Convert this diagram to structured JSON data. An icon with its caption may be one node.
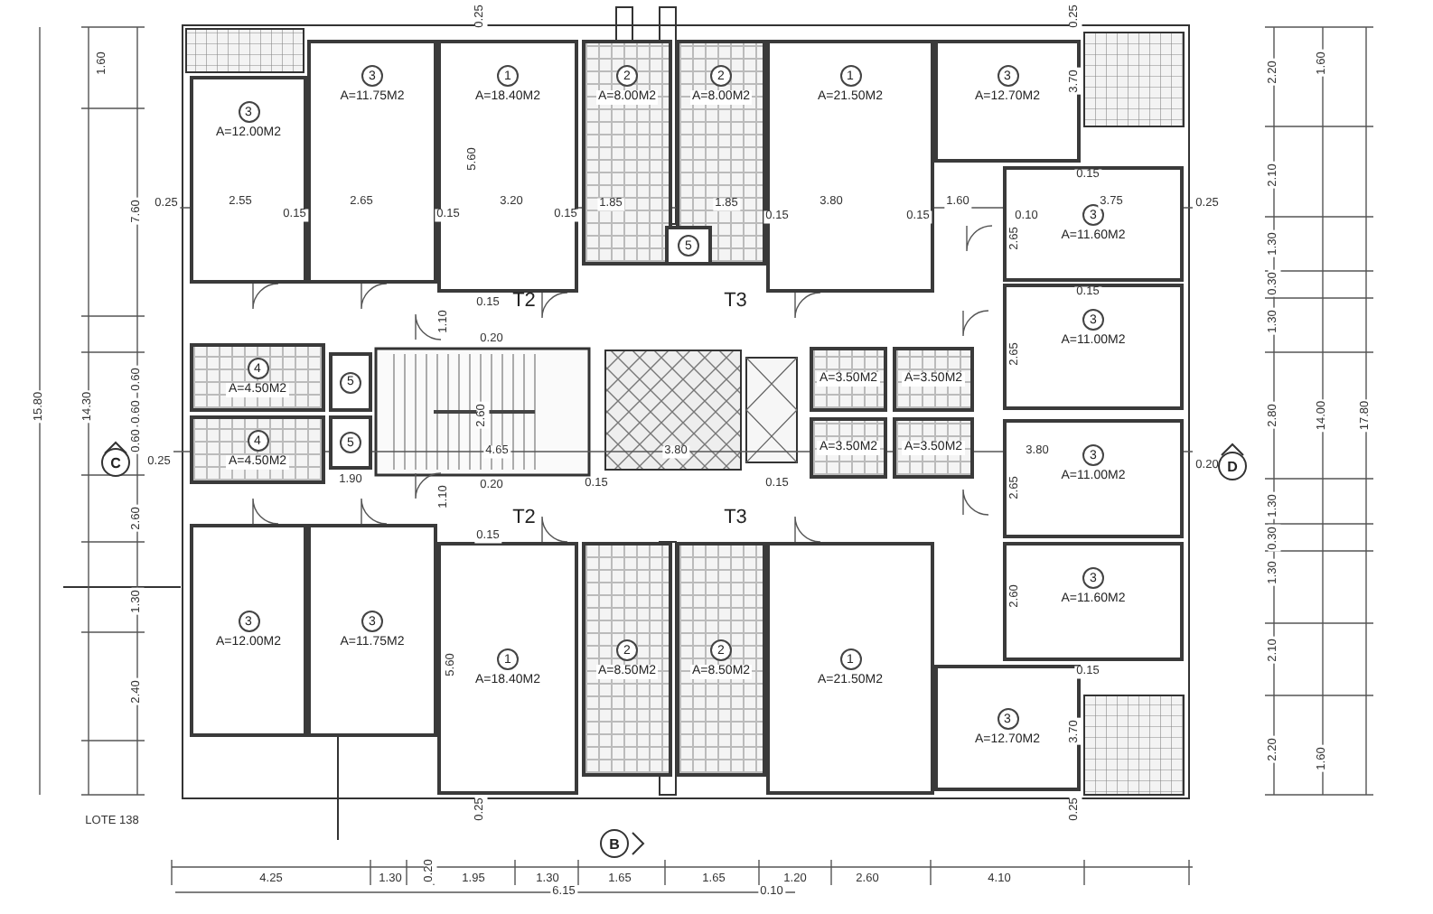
{
  "diagram": {
    "nodes": [
      {
        "text": [
          "3",
          "A=12.00M2"
        ]
      },
      {
        "text": [
          "3",
          "A=11.75M2"
        ]
      },
      {
        "text": [
          "1",
          "A=18.40M2"
        ]
      },
      {
        "text": [
          "2",
          "A=8.00M2"
        ]
      },
      {
        "text": [
          "2",
          "A=8.00M2"
        ]
      },
      {
        "text": [
          "1",
          "A=21.50M2"
        ]
      },
      {
        "text": [
          "3",
          "A=12.70M2"
        ]
      },
      {
        "text": [
          "3",
          "A=11.60M2"
        ]
      },
      {
        "text": [
          "3",
          "A=11.00M2"
        ]
      },
      {
        "text": [
          "4",
          "A=4.50M2"
        ]
      },
      {
        "text": [
          "5"
        ]
      },
      {
        "text": [
          "5"
        ]
      },
      {
        "text": [
          "4",
          "A=4.50M2"
        ]
      },
      {
        "text": [
          "5"
        ]
      },
      {
        "text": [
          "A=3.50M2"
        ]
      },
      {
        "text": [
          "A=3.50M2"
        ]
      },
      {
        "text": [
          "A=3.50M2"
        ]
      },
      {
        "text": [
          "A=3.50M2"
        ]
      },
      {
        "text": [
          "3",
          "A=11.00M2"
        ]
      },
      {
        "text": [
          "3",
          "A=11.60M2"
        ]
      },
      {
        "text": [
          "3",
          "A=12.00M2"
        ]
      },
      {
        "text": [
          "3",
          "A=11.75M2"
        ]
      },
      {
        "text": [
          "1",
          "A=18.40M2"
        ]
      },
      {
        "text": [
          "2",
          "A=8.50M2"
        ]
      },
      {
        "text": [
          "2",
          "A=8.50M2"
        ]
      },
      {
        "text": [
          "1",
          "A=21.50M2"
        ]
      },
      {
        "text": [
          "3",
          "A=12.70M2"
        ]
      }
    ],
    "labels": [
      "1.60",
      "7.60",
      "0.25",
      "2.55",
      "0.15",
      "2.65",
      "0.15",
      "3.20",
      "0.15",
      "0.25",
      "5.60",
      "1.85",
      "1.85",
      "3.80",
      "0.15",
      "0.15",
      "1.60",
      "0.10",
      "3.75",
      "0.25",
      "0.15",
      "0.15",
      "2.65",
      "2.65",
      "3.70",
      "0.25",
      "1.10",
      "0.15",
      "0.20",
      "T2",
      "T3",
      "0.60",
      "0.60",
      "0.60",
      "15.80",
      "14.30",
      "C",
      "0.25",
      "1.90",
      "4.65",
      "2.60",
      "3.80",
      "0.15",
      "0.15",
      "3.80",
      "0.20",
      "D",
      "2.60",
      "1.30",
      "2.40",
      "T2",
      "T3",
      "1.10",
      "0.20",
      "0.15",
      "5.60",
      "0.25",
      "2.65",
      "2.60",
      "0.15",
      "3.70",
      "0.25",
      "LOTE 138",
      "B",
      "4.25",
      "1.30",
      "0.20",
      "1.95",
      "1.30",
      "6.15",
      "1.65",
      "1.65",
      "0.10",
      "1.20",
      "2.60",
      "4.10",
      "2.20",
      "2.10",
      "1.30",
      "0.30",
      "1.30",
      "2.80",
      "1.30",
      "0.30",
      "1.30",
      "2.10",
      "2.20",
      "1.60",
      "1.60",
      "14.00",
      "17.80"
    ]
  }
}
